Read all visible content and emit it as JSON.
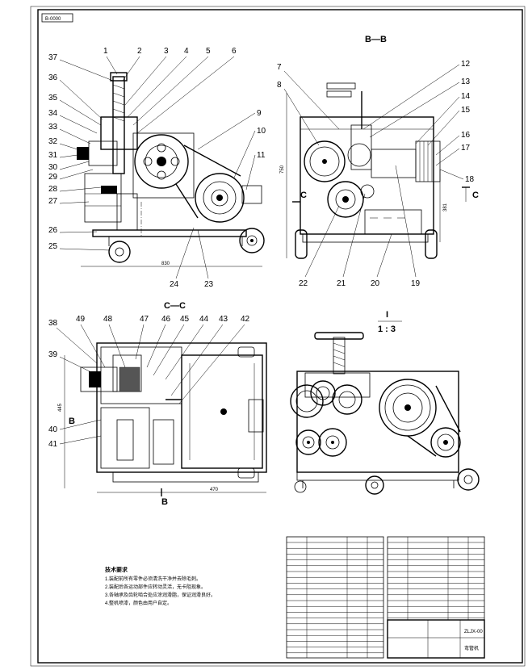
{
  "drawing": {
    "corner_tag": "B-0000",
    "views": {
      "bb_title": "B—B",
      "cc_title": "C—C",
      "detail_title": "I",
      "detail_scale": "1 : 3",
      "section_marker_c": "C",
      "section_marker_b": "B"
    },
    "part_numbers_left": [
      "37",
      "36",
      "35",
      "34",
      "33",
      "32",
      "31",
      "30",
      "29",
      "28",
      "27",
      "26",
      "25"
    ],
    "part_numbers_top": [
      "1",
      "2",
      "3",
      "4",
      "5",
      "6"
    ],
    "part_numbers_right_main": [
      "9",
      "10",
      "11"
    ],
    "part_numbers_bottom_main": [
      "24",
      "23"
    ],
    "part_numbers_bb_left": [
      "7",
      "8"
    ],
    "part_numbers_bb_right": [
      "12",
      "13",
      "14",
      "15",
      "16",
      "17",
      "18"
    ],
    "part_numbers_bb_bottom": [
      "22",
      "21",
      "20",
      "19"
    ],
    "part_numbers_cc_top": [
      "38",
      "49",
      "48",
      "47",
      "46",
      "45",
      "44",
      "43",
      "42"
    ],
    "part_numbers_cc_left": [
      "39",
      "40",
      "41"
    ],
    "dimensions": {
      "main_width": "830",
      "cc_width": "470",
      "bb_height": "750",
      "bb_right": "381",
      "cc_height": "445"
    },
    "notes": {
      "title": "技术要求",
      "lines": [
        "1.装配前所有零件必须清洗干净并去除毛刺。",
        "2.装配后各运动部件应转动灵活，无卡阻现象。",
        "3.各轴承及齿轮啮合处应涂润滑脂，保证润滑良好。",
        "4.整机喷漆，颜色由用户自定。"
      ]
    },
    "title_block": {
      "drawing_no": "ZLJX-00",
      "name": "弯管机"
    }
  }
}
